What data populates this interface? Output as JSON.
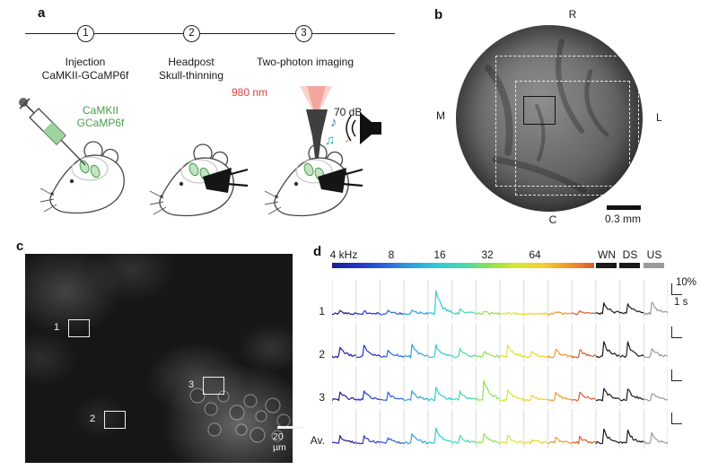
{
  "panel_a": {
    "label": "a",
    "steps": [
      {
        "num": "1",
        "line1": "Injection",
        "line2": "CaMKII-GCaMP6f"
      },
      {
        "num": "2",
        "line1": "Headpost",
        "line2": "Skull-thinning"
      },
      {
        "num": "3",
        "line1": "Two-photon imaging",
        "line2": ""
      }
    ],
    "virus_line1": "CaMKII",
    "virus_line2": "GCaMP6f",
    "laser": "980 nm",
    "sound_level": "70 dB",
    "note_glyphs": [
      "♪",
      "♫",
      "♪"
    ],
    "note_colors": [
      "#3a6fd8",
      "#2bb5a0",
      "#e8983a"
    ],
    "colors": {
      "virus_green": "#4a9a4a",
      "laser_red": "#d9433d"
    }
  },
  "panel_b": {
    "label": "b",
    "orientation_top": "R",
    "orientation_left": "M",
    "orientation_right": "L",
    "orientation_bottom": "C",
    "scale_bar": "0.3 mm"
  },
  "panel_c": {
    "label": "c",
    "roi_1": "1",
    "roi_2": "2",
    "roi_3": "3",
    "scale_bar": "20 µm"
  },
  "panel_d": {
    "label": "d"
  },
  "chart_data": {
    "type": "line",
    "title": "Sound-evoked calcium (ΔF/F) traces for ROIs 1–3 and their average",
    "x_axis_labels": [
      "4 kHz",
      "8",
      "16",
      "32",
      "64",
      "WN",
      "DS",
      "US"
    ],
    "row_labels": [
      "1",
      "2",
      "3",
      "Av."
    ],
    "n_segments": 14,
    "tone_segments": 11,
    "segment_colors": [
      "#1d1d8f",
      "#2336c9",
      "#2b62dd",
      "#2e9fdf",
      "#2ecbd6",
      "#45d9ae",
      "#8ce24f",
      "#d8e431",
      "#f2d12e",
      "#f0992b",
      "#e05a2b",
      "#1a1a1a",
      "#1a1a1a",
      "#999999"
    ],
    "series": [
      {
        "name": "1",
        "values": [
          0.12,
          0.1,
          0.1,
          0.18,
          1.0,
          0.2,
          0.08,
          0.06,
          0.05,
          0.06,
          0.12,
          0.5,
          0.45,
          0.5
        ]
      },
      {
        "name": "2",
        "values": [
          0.45,
          0.5,
          0.3,
          0.55,
          0.5,
          0.35,
          0.25,
          0.45,
          0.2,
          0.3,
          0.35,
          0.65,
          0.6,
          0.35
        ]
      },
      {
        "name": "3",
        "values": [
          0.35,
          0.4,
          0.3,
          0.45,
          0.5,
          0.35,
          0.85,
          0.45,
          0.2,
          0.3,
          0.35,
          0.55,
          0.5,
          0.3
        ]
      },
      {
        "name": "Av.",
        "values": [
          0.3,
          0.33,
          0.23,
          0.4,
          0.65,
          0.3,
          0.4,
          0.3,
          0.15,
          0.22,
          0.27,
          0.57,
          0.52,
          0.38
        ]
      }
    ],
    "scale_amplitude": "10%",
    "scale_time": "1 s",
    "grid": true,
    "legend": "colorbar"
  }
}
